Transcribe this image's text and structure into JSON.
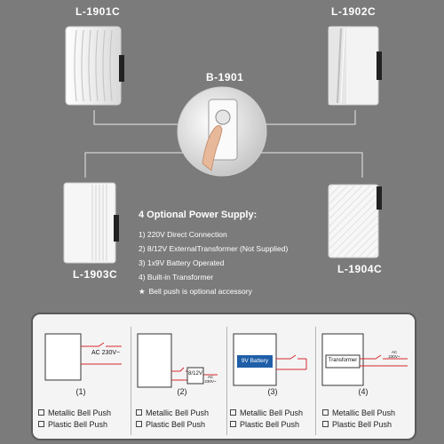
{
  "products": {
    "top_left": {
      "model": "L-1901C"
    },
    "top_right": {
      "model": "L-1902C"
    },
    "center": {
      "model": "B-1901"
    },
    "bottom_left": {
      "model": "L-1903C"
    },
    "bottom_right": {
      "model": "L-1904C"
    }
  },
  "power_supply": {
    "title": "4 Optional Power Supply:",
    "items": [
      "1) 220V Direct Connection",
      "2) 8/12V ExternalTransformer (Not Supplied)",
      "3) 1x9V Battery Operated",
      "4) Built-in Transformer"
    ],
    "note_symbol": "★",
    "note": "Bell push is optional accessory"
  },
  "diagrams": [
    {
      "number": "(1)",
      "ac_label": "AC 230V~",
      "box_label": ""
    },
    {
      "number": "(2)",
      "ac_label": "AC 230V~",
      "box_label": "8/12V"
    },
    {
      "number": "(3)",
      "ac_label": "",
      "box_label": "9V Battery"
    },
    {
      "number": "(4)",
      "ac_label": "AC 230V~",
      "box_label": "Transformer"
    }
  ],
  "options": {
    "metallic": "Metallic Bell Push",
    "plastic": "Plastic Bell Push"
  },
  "colors": {
    "background": "#7b7b7b",
    "wire": "#d9272e",
    "battery_fill": "#1f5fa8",
    "panel": "#f4f4f4"
  }
}
